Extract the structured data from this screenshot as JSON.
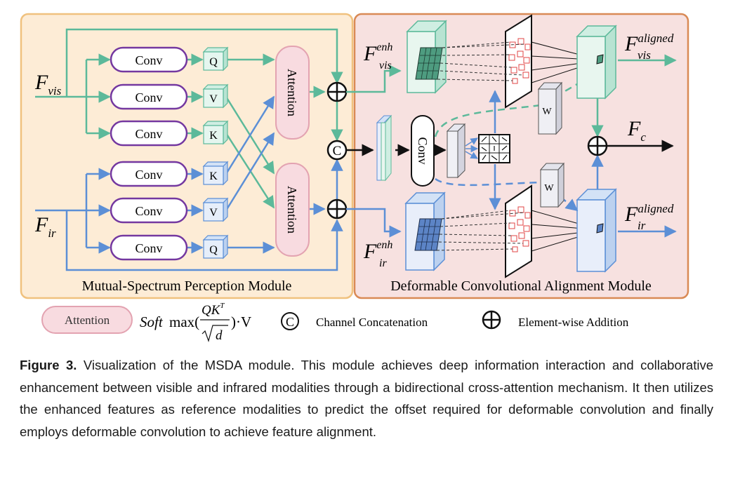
{
  "diagram": {
    "left_module": {
      "title": "Mutual-Spectrum Perception Module",
      "input_vis": {
        "main": "F",
        "sub": "vis"
      },
      "input_ir": {
        "main": "F",
        "sub": "ir"
      },
      "conv_label": "Conv",
      "vis_qvk": [
        "Q",
        "V",
        "K"
      ],
      "ir_kvq": [
        "K",
        "V",
        "Q"
      ],
      "attention_label": "Attention"
    },
    "right_module": {
      "title": "Deformable Convolutional Alignment Module",
      "f_vis_enh": {
        "main": "F",
        "sup": "enh",
        "sub": "vis"
      },
      "f_ir_enh": {
        "main": "F",
        "sup": "enh",
        "sub": "ir"
      },
      "f_vis_aligned": {
        "main": "F",
        "sup": "aligned",
        "sub": "vis"
      },
      "f_ir_aligned": {
        "main": "F",
        "sup": "aligned",
        "sub": "ir"
      },
      "f_c": {
        "main": "F",
        "sub": "c"
      },
      "conv_label": "Conv",
      "weight_label": "W"
    },
    "concat_symbol": "C",
    "colors": {
      "left_bg": "#fdecd6",
      "left_border": "#f0c17e",
      "right_bg": "#f7e1e0",
      "right_border": "#d98a55",
      "vis_green": "#5cb99a",
      "ir_blue": "#5c8fd6",
      "conv_purple": "#7438a0",
      "attention_fill": "#f8dbe0",
      "attention_border": "#e3a3b1"
    }
  },
  "legend": {
    "attention_label": "Attention",
    "formula": {
      "soft": "Soft",
      "max": "max(",
      "num": "QK",
      "num_sup": "T",
      "den": "d",
      "tail": ")·V"
    },
    "concat_symbol": "C",
    "concat_label": "Channel Concatenation",
    "add_label": "Element-wise Addition"
  },
  "caption": {
    "label": "Figure 3.",
    "text": "Visualization of the MSDA module. This module achieves deep information interaction and collaborative enhancement between visible and infrared modalities through a bidirectional cross-attention mechanism. It then utilizes the enhanced features as reference modalities to predict the offset required for deformable convolution and finally employs deformable convolution to achieve feature alignment."
  }
}
